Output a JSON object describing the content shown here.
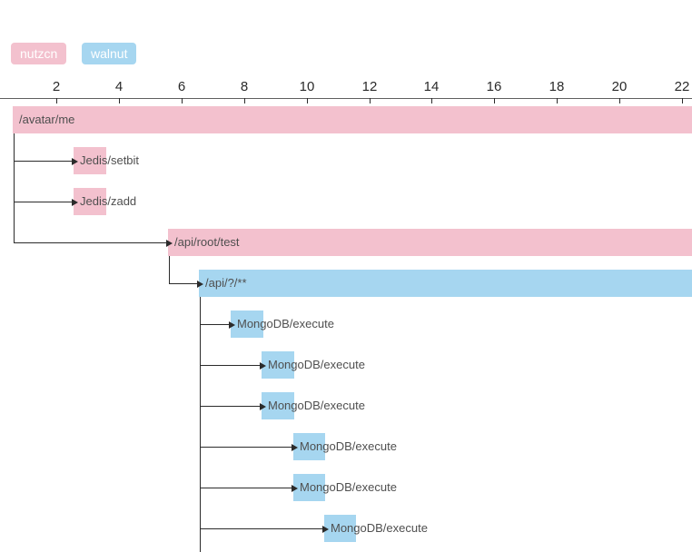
{
  "colors": {
    "nutzcn": "#f3c1ce",
    "walnut": "#a6d6f0",
    "connector": "#2b2b2b",
    "axis_line": "#5f5f5f",
    "label_text": "#4f4f4f",
    "badge_text": "#ffffff"
  },
  "legend": {
    "items": [
      {
        "label": "nutzcn",
        "service": "nutzcn"
      },
      {
        "label": "walnut",
        "service": "walnut"
      }
    ]
  },
  "chart_data": {
    "type": "gantt",
    "title": "",
    "x_axis": {
      "tick_values": [
        2,
        4,
        6,
        8,
        10,
        12,
        14,
        16,
        18,
        20,
        22
      ],
      "visible_range": [
        0.2,
        22.3
      ],
      "grid": false
    },
    "legend_entries": [
      "nutzcn",
      "walnut"
    ],
    "spans": [
      {
        "name": "/avatar/me",
        "service": "nutzcn",
        "start": 0.6,
        "end": 22.32,
        "end_clipped": true,
        "parent": null
      },
      {
        "name": "Jedis/setbit",
        "service": "nutzcn",
        "start": 2.55,
        "end": 3.6,
        "end_clipped": false,
        "parent": 0
      },
      {
        "name": "Jedis/zadd",
        "service": "nutzcn",
        "start": 2.55,
        "end": 3.6,
        "end_clipped": false,
        "parent": 0
      },
      {
        "name": "/api/root/test",
        "service": "nutzcn",
        "start": 5.57,
        "end": 22.32,
        "end_clipped": true,
        "parent": 0
      },
      {
        "name": "/api/?/**",
        "service": "walnut",
        "start": 6.57,
        "end": 22.32,
        "end_clipped": true,
        "parent": 3,
        "connector_extends_below": true
      },
      {
        "name": "MongoDB/execute",
        "service": "walnut",
        "start": 7.58,
        "end": 8.62,
        "end_clipped": false,
        "parent": 4
      },
      {
        "name": "MongoDB/execute",
        "service": "walnut",
        "start": 8.56,
        "end": 9.6,
        "end_clipped": false,
        "parent": 4
      },
      {
        "name": "MongoDB/execute",
        "service": "walnut",
        "start": 8.56,
        "end": 9.6,
        "end_clipped": false,
        "parent": 4
      },
      {
        "name": "MongoDB/execute",
        "service": "walnut",
        "start": 9.58,
        "end": 10.6,
        "end_clipped": false,
        "parent": 4
      },
      {
        "name": "MongoDB/execute",
        "service": "walnut",
        "start": 9.58,
        "end": 10.6,
        "end_clipped": false,
        "parent": 4
      },
      {
        "name": "MongoDB/execute",
        "service": "walnut",
        "start": 10.55,
        "end": 11.59,
        "end_clipped": false,
        "parent": 4
      }
    ]
  }
}
